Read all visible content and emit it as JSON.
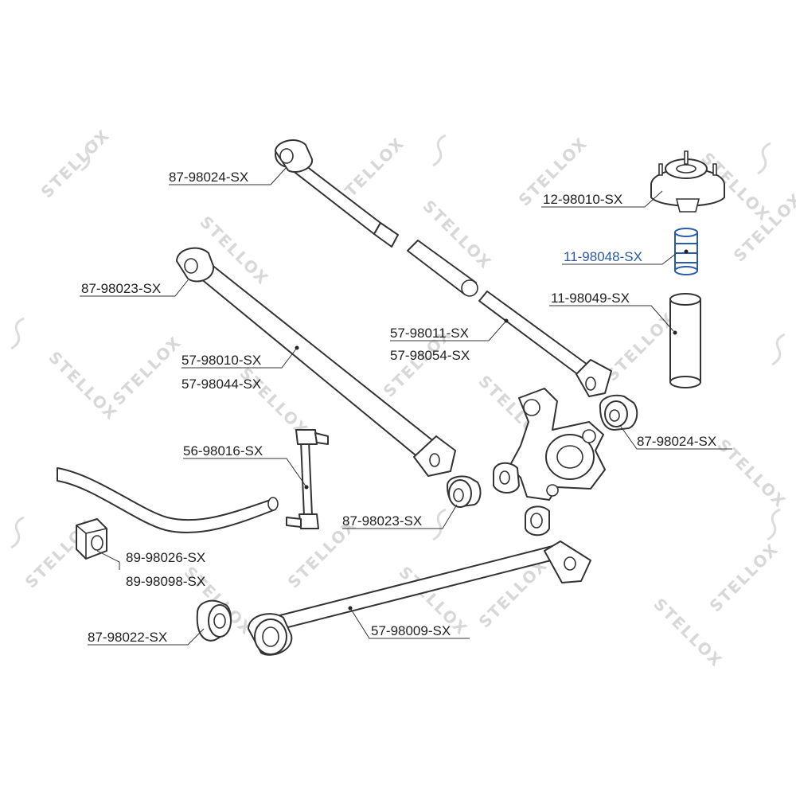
{
  "watermark": {
    "brand": "STELLOX"
  },
  "labels": {
    "p1": "87-98024-SX",
    "p2": "12-98010-SX",
    "p3": "11-98048-SX",
    "p4": "87-98023-SX",
    "p5": "11-98049-SX",
    "p6a": "57-98011-SX",
    "p6b": "57-98054-SX",
    "p7a": "57-98010-SX",
    "p7b": "57-98044-SX",
    "p8": "87-98024-SX",
    "p9": "56-98016-SX",
    "p10": "87-98023-SX",
    "p11a": "89-98026-SX",
    "p11b": "89-98098-SX",
    "p12": "87-98022-SX",
    "p13": "57-98009-SX"
  },
  "highlight": {
    "part": "11-98048-SX",
    "color": "#2a5aa8"
  }
}
